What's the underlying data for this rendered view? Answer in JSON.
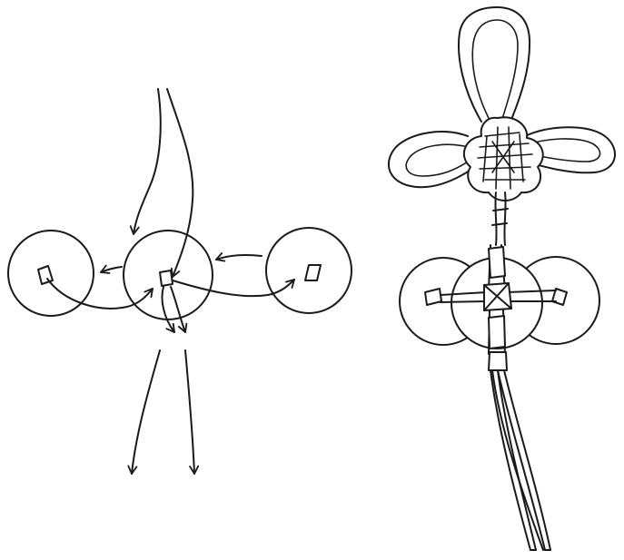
{
  "figure": {
    "panels": [
      {
        "id": "left",
        "content": "threading-steps",
        "coins": 3,
        "arrows": 9
      },
      {
        "id": "right",
        "content": "finished-knot-with-coins",
        "coins": 3
      }
    ],
    "colors": {
      "ink": "#1a1a1a",
      "background": "#ffffff"
    }
  }
}
